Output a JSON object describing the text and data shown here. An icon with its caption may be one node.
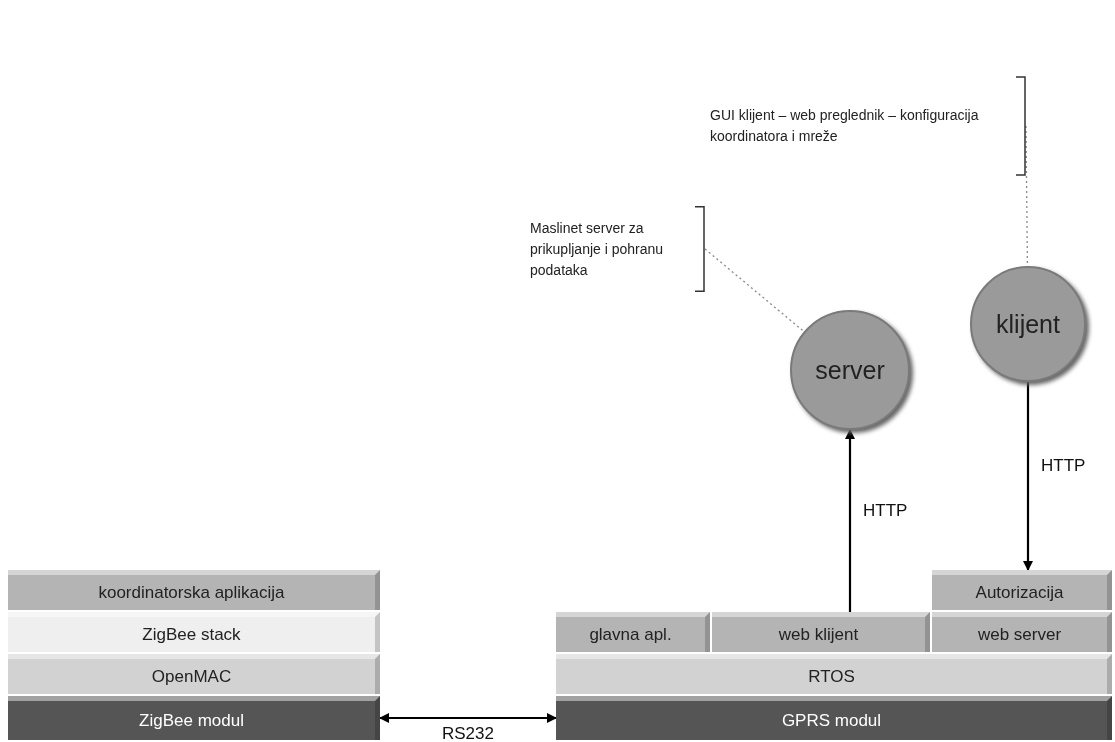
{
  "diagram": {
    "nodes": [
      {
        "text": [
          "koordinatorska aplikacija"
        ]
      },
      {
        "text": [
          "ZigBee stack"
        ]
      },
      {
        "text": [
          "OpenMAC"
        ]
      },
      {
        "text": [
          "ZigBee modul"
        ]
      },
      {
        "text": [
          "glavna apl."
        ]
      },
      {
        "text": [
          "web klijent"
        ]
      },
      {
        "text": [
          "Autorizacija"
        ]
      },
      {
        "text": [
          "web server"
        ]
      },
      {
        "text": [
          "RTOS"
        ]
      },
      {
        "text": [
          "GPRS modul"
        ]
      },
      {
        "text": [
          "server"
        ]
      },
      {
        "text": [
          "klijent"
        ]
      },
      {
        "text": [
          "Maslinet server za prikupljanje i pohranu podataka"
        ]
      },
      {
        "text": [
          "GUI klijent – web preglednik – konfiguracija koordinatora i mreže"
        ]
      }
    ],
    "edges": [
      {
        "from": 3,
        "to": 9,
        "arrow": "both",
        "label": "RS232"
      },
      {
        "from": 5,
        "to": 10,
        "arrow": "to",
        "label": "HTTP"
      },
      {
        "from": 11,
        "to": 6,
        "arrow": "to",
        "label": "HTTP"
      },
      {
        "from": 12,
        "to": 10,
        "arrow": "none",
        "style": "dashed",
        "color": "#888888"
      },
      {
        "from": 13,
        "to": 11,
        "arrow": "none",
        "style": "dashed",
        "color": "#888888"
      }
    ]
  }
}
